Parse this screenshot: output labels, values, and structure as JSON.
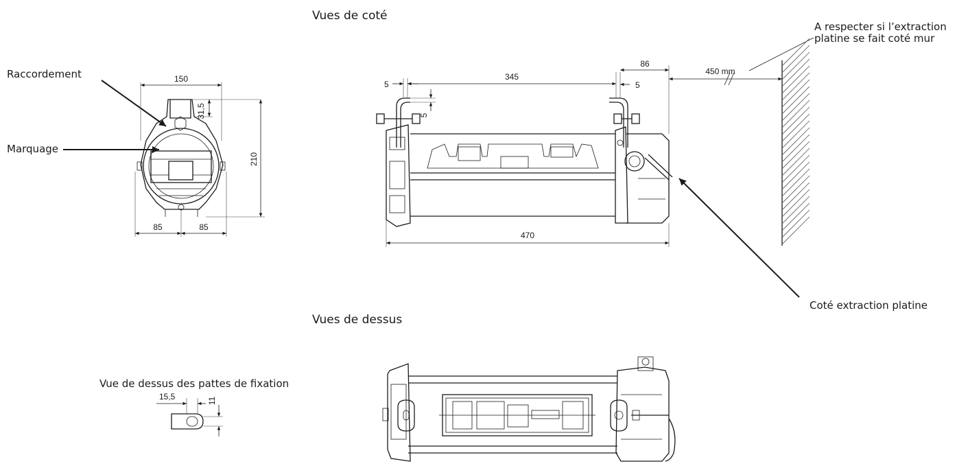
{
  "headings": {
    "side_views": "Vues de coté",
    "top_views": "Vues de dessus",
    "bracket_top_view": "Vue de dessus des pattes de fixation"
  },
  "callouts": {
    "connection": "Raccordement",
    "marking": "Marquage",
    "plate_extraction_side": "Coté extraction platine",
    "wall_note_line1": "A respecter si l’extraction",
    "wall_note_line2": "platine se fait coté mur"
  },
  "dimensions": {
    "front_width": "150",
    "front_top_offset": "31,5",
    "front_height": "210",
    "front_left_half": "85",
    "front_right_half": "85",
    "side_left_gap": "5",
    "side_bracket_span": "345",
    "side_right_gap": "5",
    "side_small_drop": "5",
    "side_end_cap": "86",
    "side_total_length": "470",
    "wall_clearance": "450 mm",
    "bracket_slot_offset": "15,5",
    "bracket_slot_width": "11"
  },
  "colors": {
    "line": "#1a1a1a",
    "background": "#ffffff"
  }
}
